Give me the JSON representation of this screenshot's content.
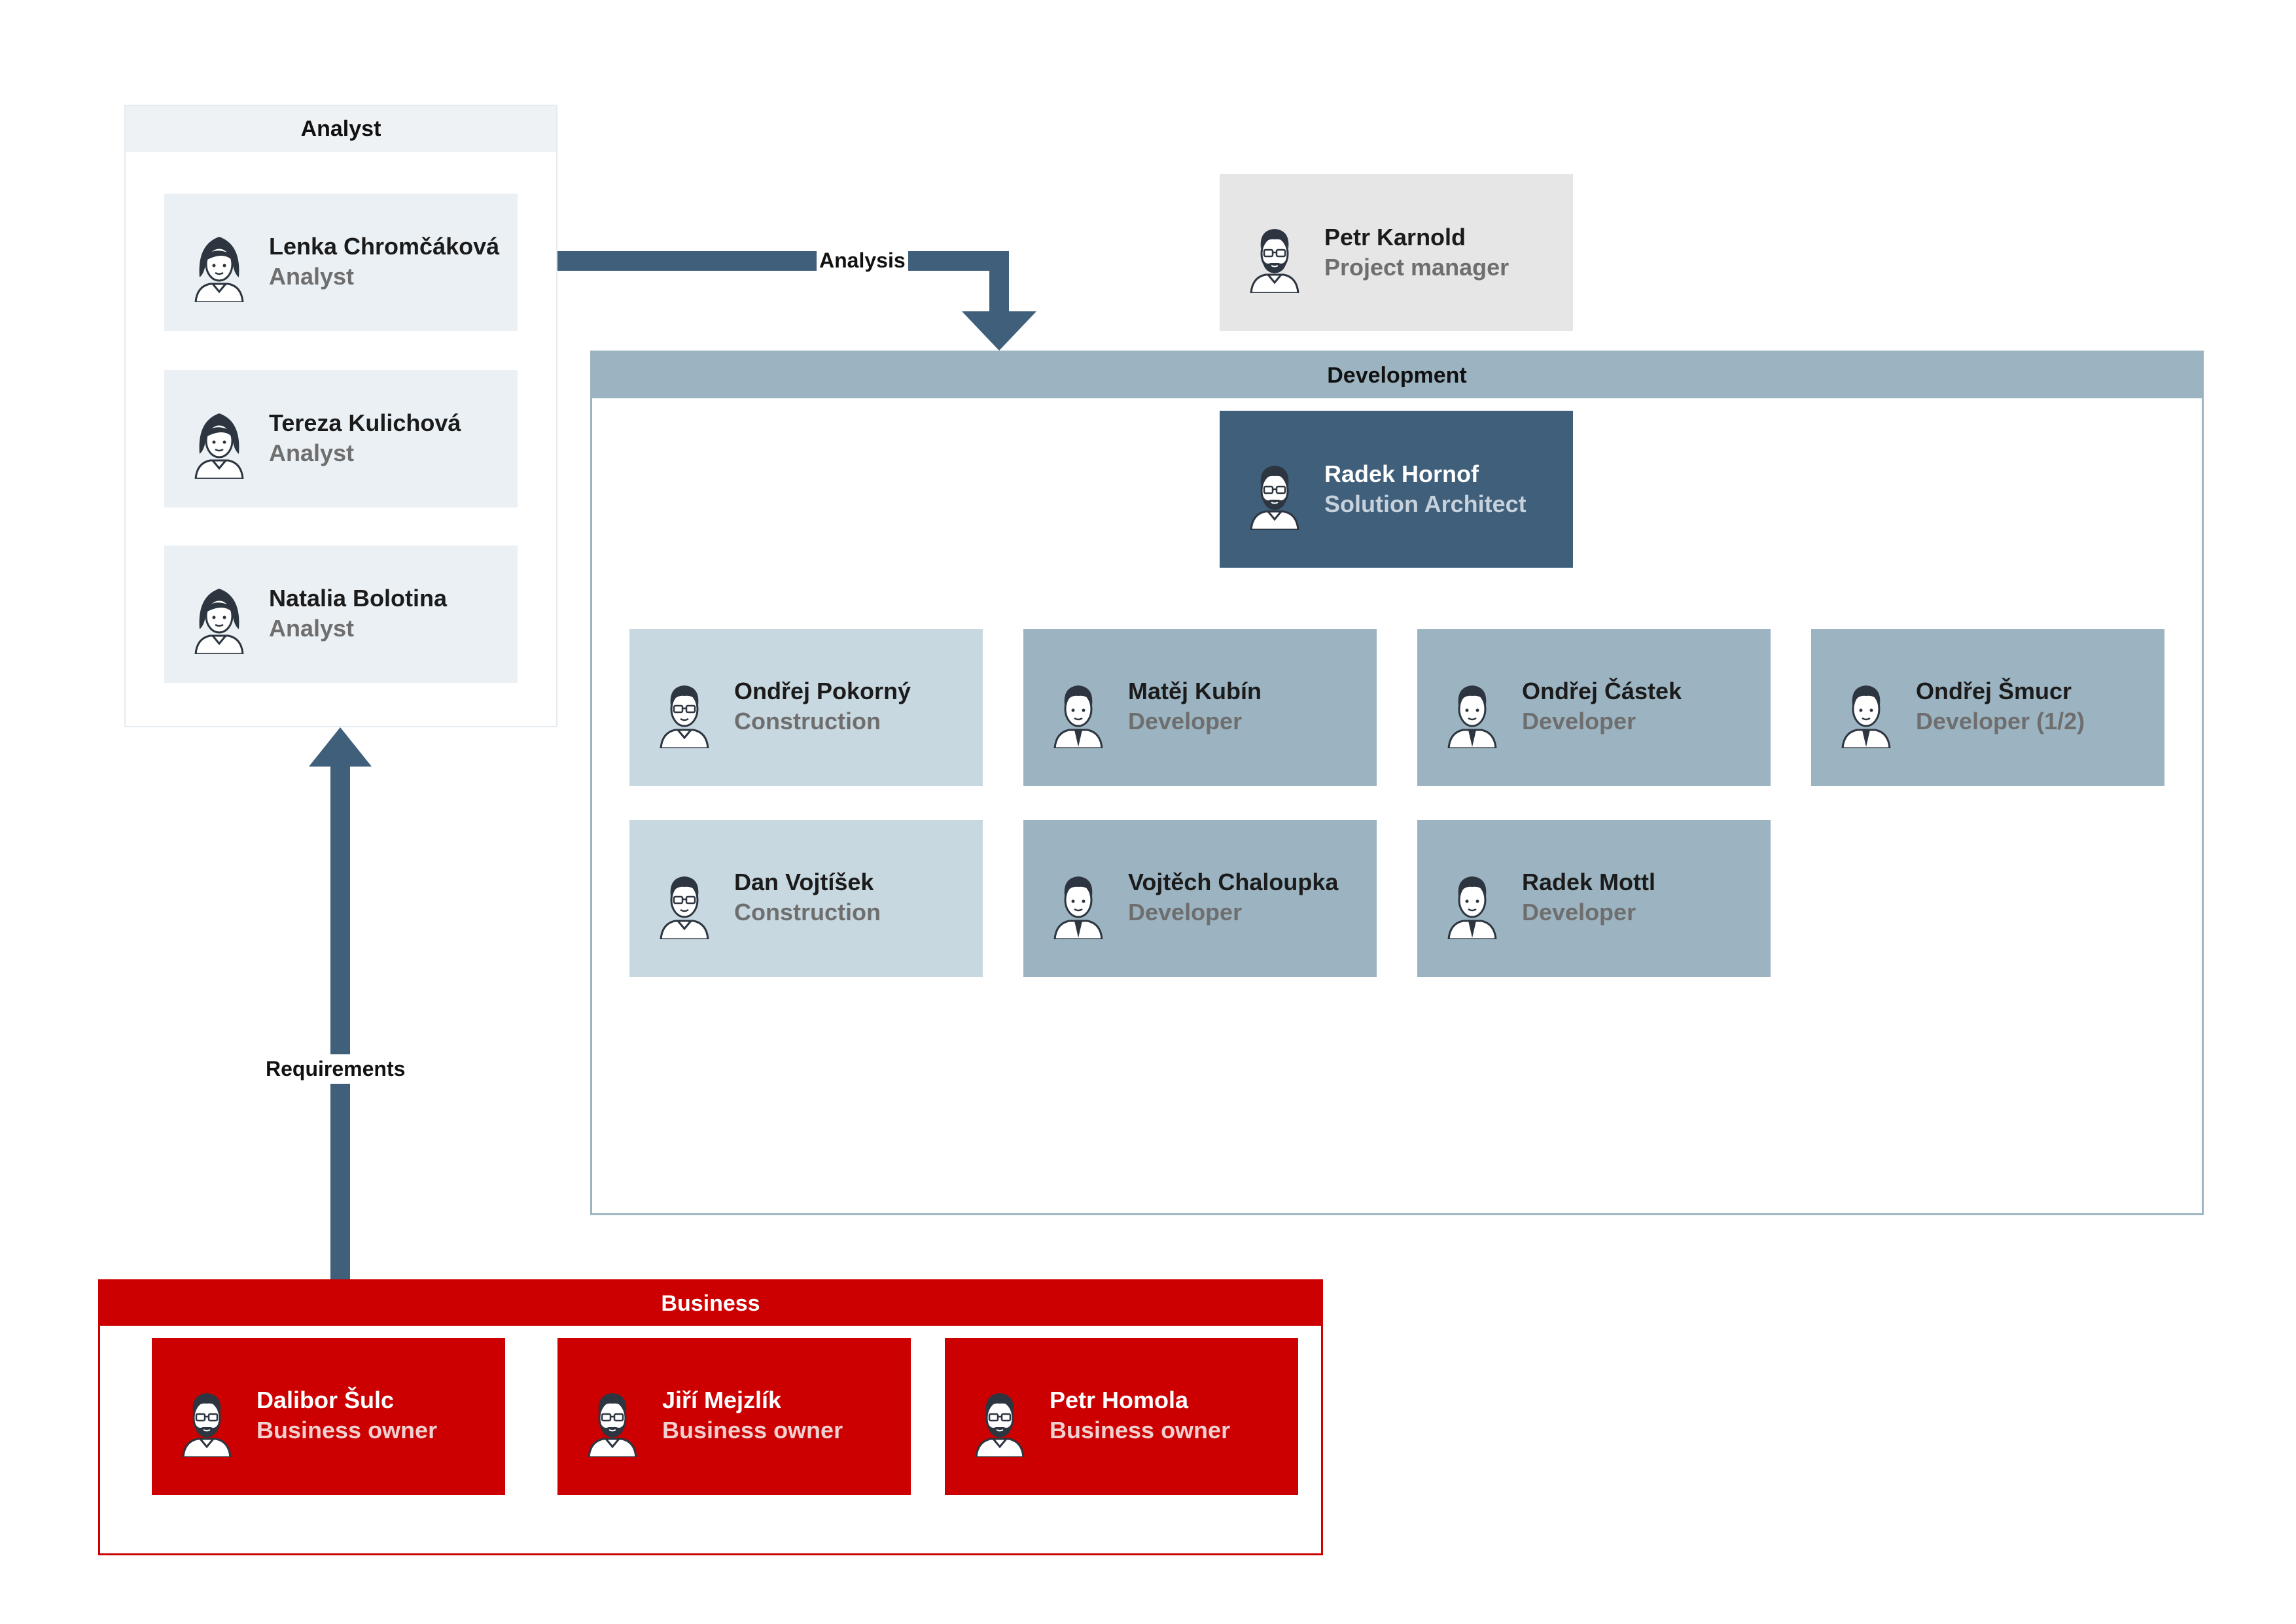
{
  "colors": {
    "arrow": "#3f5f7a",
    "analyst_header": "#eef2f5",
    "analyst_card": "#eaf0f4",
    "development_header": "#9cb4c1",
    "development_border": "#9cb4c1",
    "architect_card": "#3f5f7a",
    "construction_card": "#c8d8e0",
    "developer_card": "#9cb4c1",
    "pm_card": "#e6e6e6",
    "business_red": "#cc0000"
  },
  "groups": {
    "analyst": {
      "title": "Analyst"
    },
    "development": {
      "title": "Development"
    },
    "business": {
      "title": "Business"
    }
  },
  "flows": {
    "analysis": "Analysis",
    "requirements": "Requirements"
  },
  "people": {
    "analysts": [
      {
        "name": "Lenka Chromčáková",
        "role": "Analyst",
        "icon": "woman-avatar-icon"
      },
      {
        "name": "Tereza Kulichová",
        "role": "Analyst",
        "icon": "woman-avatar-icon"
      },
      {
        "name": "Natalia Bolotina",
        "role": "Analyst",
        "icon": "woman-avatar-icon"
      }
    ],
    "project_manager": {
      "name": "Petr Karnold",
      "role": "Project manager",
      "icon": "bearded-man-avatar-icon"
    },
    "architect": {
      "name": "Radek Hornof",
      "role": "Solution Architect",
      "icon": "bearded-man-avatar-icon"
    },
    "team_row1": [
      {
        "name": "Ondřej Pokorný",
        "role": "Construction",
        "icon": "glasses-man-avatar-icon"
      },
      {
        "name": "Matěj Kubín",
        "role": "Developer",
        "icon": "man-avatar-icon"
      },
      {
        "name": "Ondřej Částek",
        "role": "Developer",
        "icon": "man-avatar-icon"
      },
      {
        "name": "Ondřej Šmucr",
        "role": "Developer (1/2)",
        "icon": "man-avatar-icon"
      }
    ],
    "team_row2": [
      {
        "name": "Dan Vojtíšek",
        "role": "Construction",
        "icon": "glasses-man-avatar-icon"
      },
      {
        "name": "Vojtěch Chaloupka",
        "role": "Developer",
        "icon": "man-avatar-icon"
      },
      {
        "name": "Radek Mottl",
        "role": "Developer",
        "icon": "man-avatar-icon"
      }
    ],
    "business_owners": [
      {
        "name": "Dalibor Šulc",
        "role": "Business owner",
        "icon": "bearded-man-avatar-icon"
      },
      {
        "name": "Jiří Mejzlík",
        "role": "Business owner",
        "icon": "bearded-man-avatar-icon"
      },
      {
        "name": "Petr Homola",
        "role": "Business owner",
        "icon": "bearded-man-avatar-icon"
      }
    ]
  }
}
